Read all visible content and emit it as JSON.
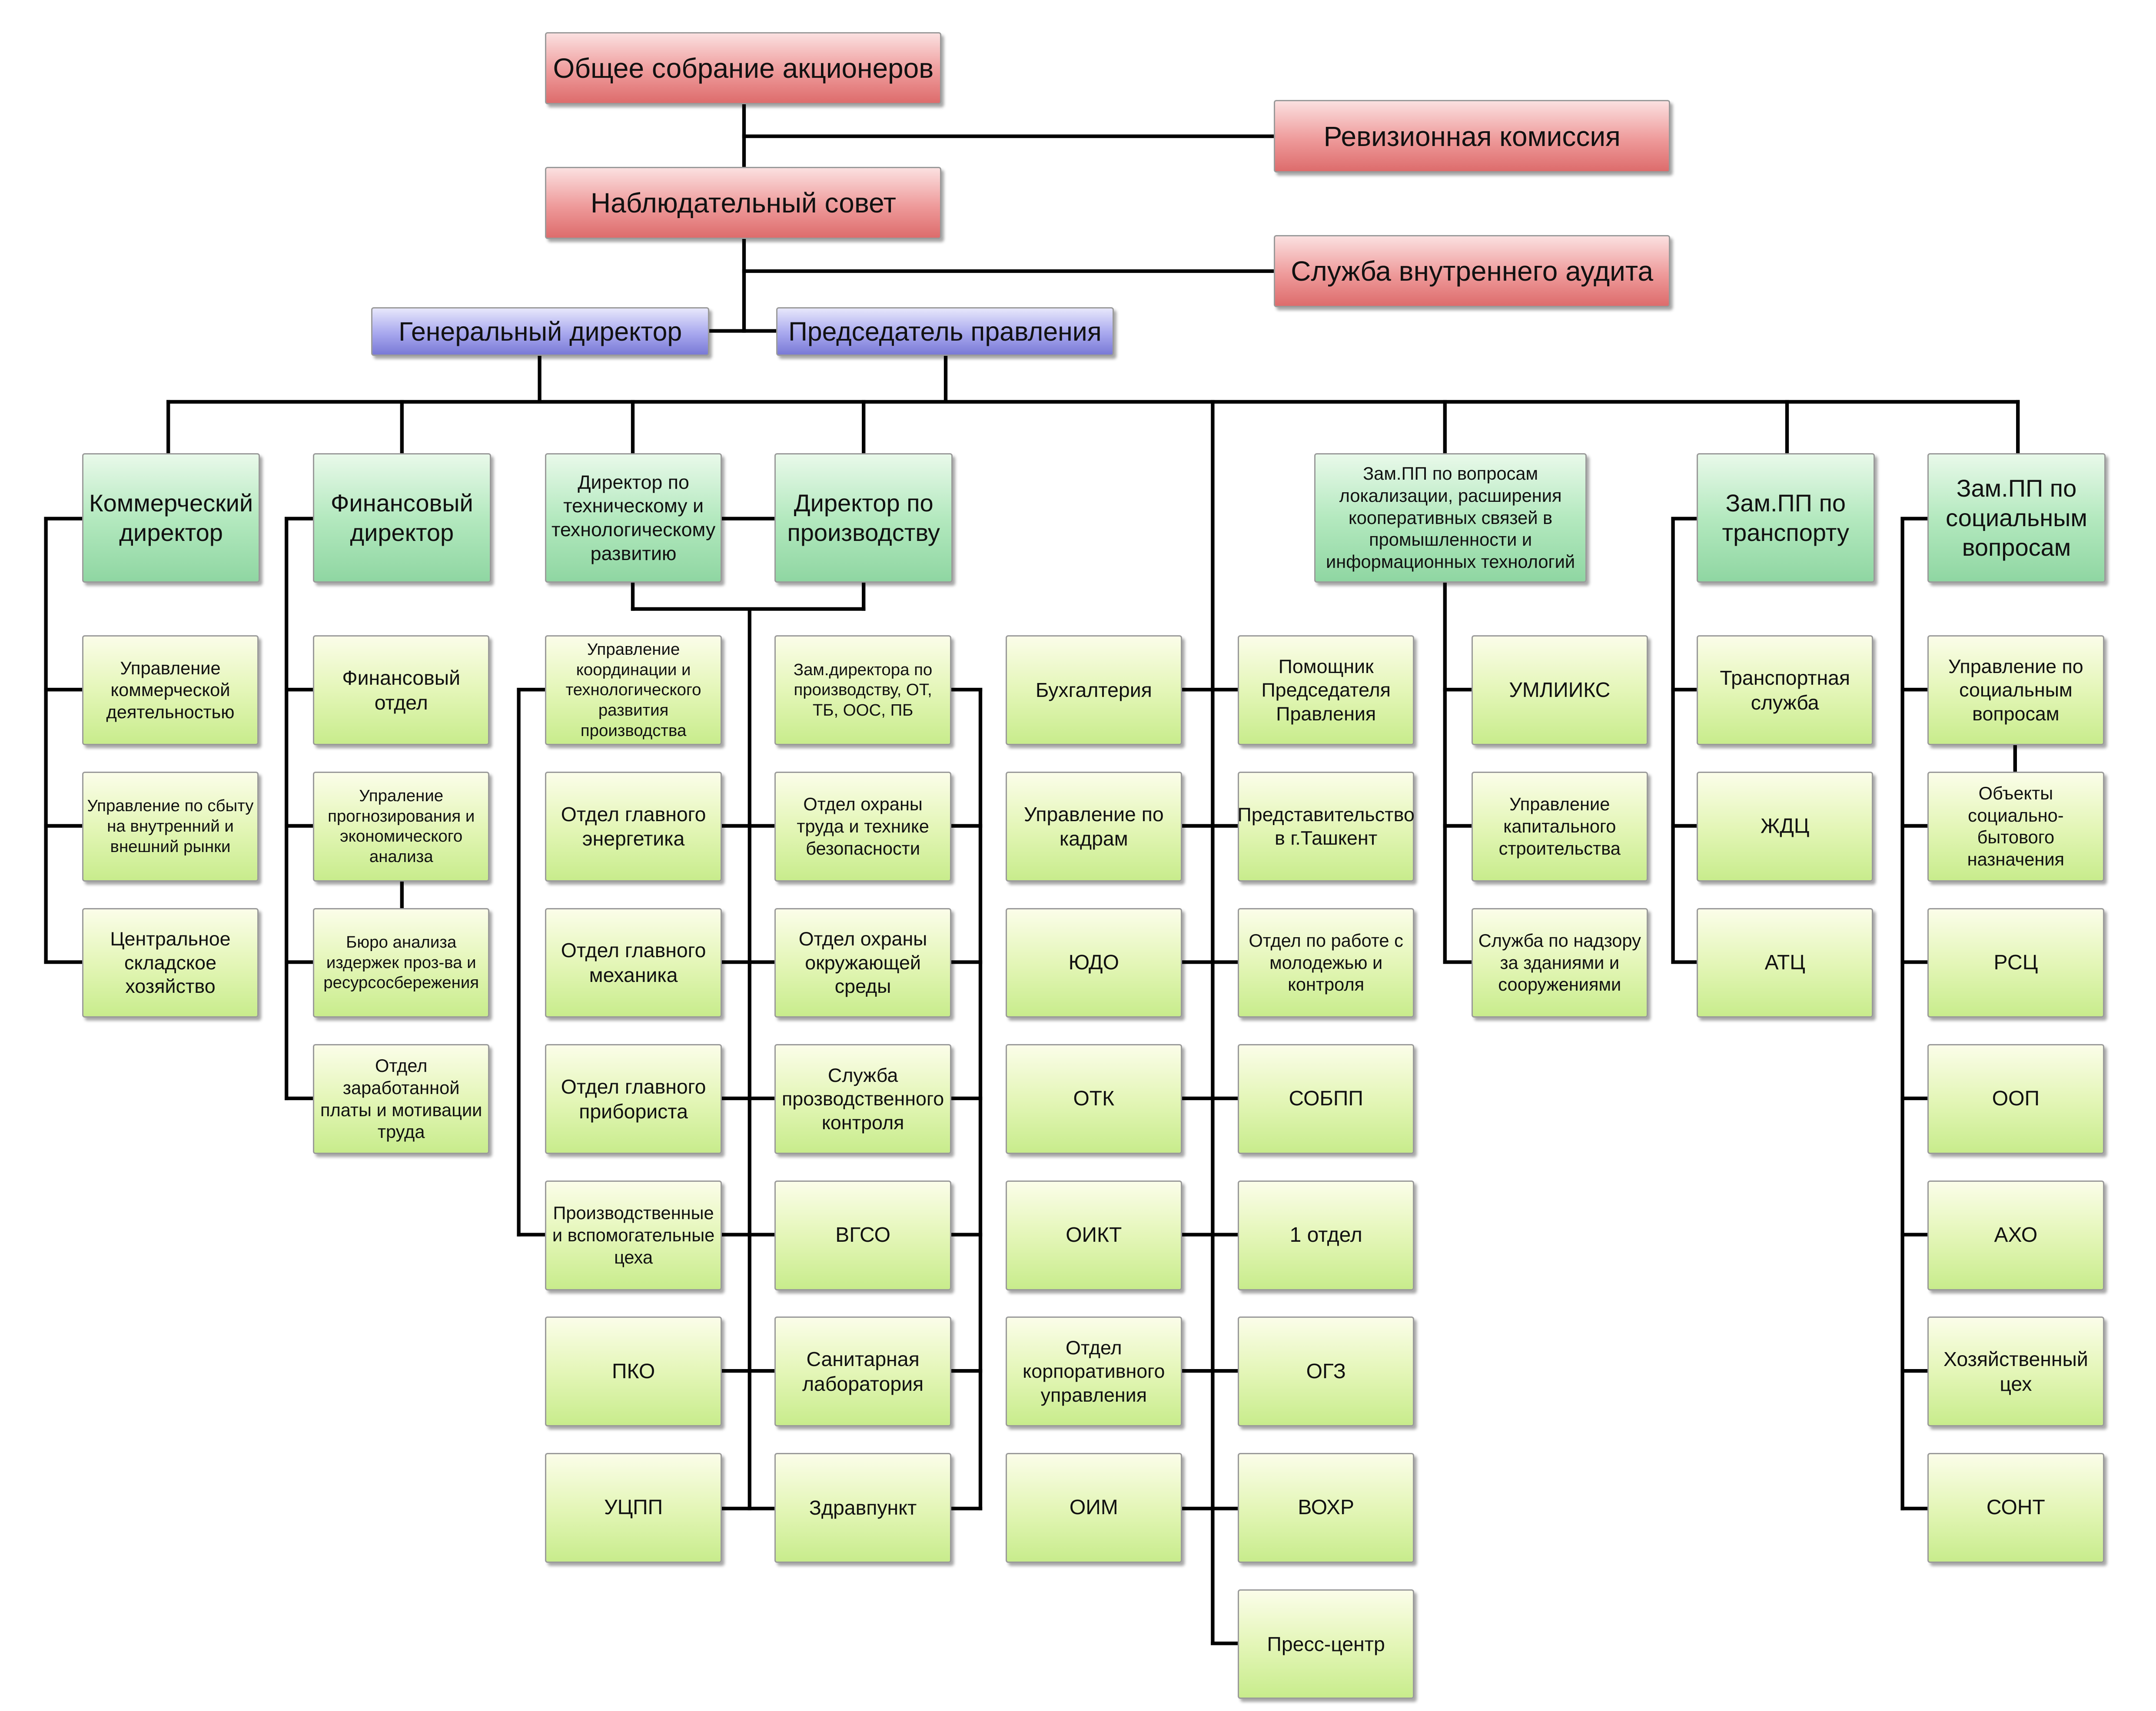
{
  "governance": {
    "shareholders": "Общее собрание акционеров",
    "audit_commission": "Ревизионная комиссия",
    "supervisory_board": "Наблюдательный совет",
    "internal_audit": "Служба внутреннего аудита"
  },
  "executives": {
    "general_director": "Генеральный директор",
    "board_chairman": "Председатель правления"
  },
  "divisions": {
    "commercial": {
      "head": "Коммерческий директор",
      "units": [
        "Управление коммерческой деятельностью",
        "Управление по сбыту на внутренний и внешний рынки",
        "Центральное складское хозяйство"
      ]
    },
    "finance": {
      "head": "Финансовый директор",
      "units": [
        "Финансовый отдел",
        "Упраление прогнозирования и экономического анализа",
        "Бюро анализа издержек проз-ва и ресурсосбережения",
        "Отдел заработанной платы и мотивации труда"
      ]
    },
    "technical": {
      "head": "Директор по техническому и технологическому развитию",
      "units": [
        "Управление координации и технологического развития производства",
        "Отдел главного энергетика",
        "Отдел главного механика",
        "Отдел главного прибориста",
        "Производственные и вспомогательные цеха",
        "ПКО",
        "УЦПП"
      ]
    },
    "production": {
      "head": "Директор по производству",
      "units": [
        "Зам.директора по производству, ОТ, ТБ, ООС, ПБ",
        "Отдел охраны труда и технике безопасности",
        "Отдел охраны окружающей среды",
        "Служба прозводственного контроля",
        "ВГСО",
        "Санитарная лаборатория",
        "Здравпункт"
      ]
    },
    "chairman_direct_left": {
      "units": [
        "Бухгалтерия",
        "Управление по кадрам",
        "ЮДО",
        "ОТК",
        "ОИКТ",
        "Отдел корпоративного управления",
        "ОИМ"
      ]
    },
    "chairman_direct_right": {
      "units": [
        "Помощник Председателя Правления",
        "Представительство в г.Ташкент",
        "Отдел по работе с молодежью и контроля",
        "СОБПП",
        "1 отдел",
        "ОГЗ",
        "ВОХР",
        "Пресс-центр"
      ]
    },
    "localization": {
      "head": "Зам.ПП по вопросам локализации, расширения кооперативных связей в промышленности и информационных технологий",
      "units": [
        "УМЛИИКС",
        "Управление капитального строительства",
        "Служба по надзору за зданиями и сооружениями"
      ]
    },
    "transport": {
      "head": "Зам.ПП по транспорту",
      "units": [
        "Транспортная служба",
        "ЖДЦ",
        "АТЦ"
      ]
    },
    "social": {
      "head": "Зам.ПП по социальным вопросам",
      "units": [
        "Управление по социальным вопросам",
        "Объекты социально-бытового назначения",
        "РСЦ",
        "ООП",
        "АХО",
        "Хозяйственный цех",
        "СОНТ"
      ]
    }
  },
  "colors": {
    "governance": "#e57b7b",
    "executives": "#9a9ae8",
    "heads": "#9fdcb0",
    "units": "#d6f0a0",
    "lines": "#000000"
  }
}
